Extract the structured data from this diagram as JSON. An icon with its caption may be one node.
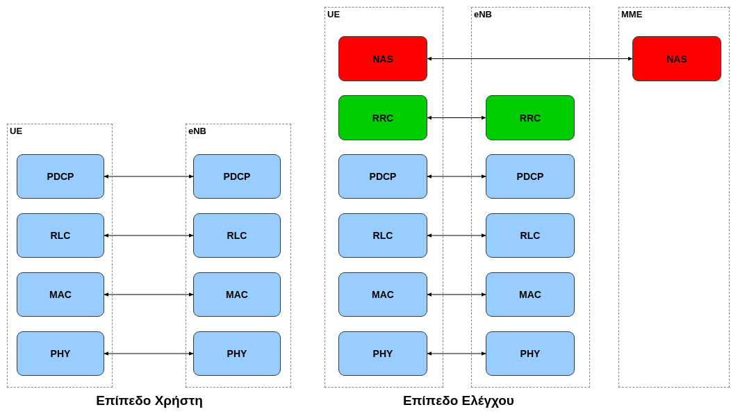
{
  "diagram": {
    "nodes": [
      {
        "text": [
          "UE"
        ]
      },
      {
        "text": [
          "PDCP"
        ],
        "in": 0
      },
      {
        "text": [
          "RLC"
        ],
        "in": 0
      },
      {
        "text": [
          "MAC"
        ],
        "in": 0
      },
      {
        "text": [
          "PHY"
        ],
        "in": 0
      },
      {
        "text": [
          "eNB"
        ]
      },
      {
        "text": [
          "PDCP"
        ],
        "in": 5
      },
      {
        "text": [
          "RLC"
        ],
        "in": 5
      },
      {
        "text": [
          "MAC"
        ],
        "in": 5
      },
      {
        "text": [
          "PHY"
        ],
        "in": 5
      },
      {
        "text": [
          "UE"
        ]
      },
      {
        "text": [
          "NAS"
        ],
        "in": 10
      },
      {
        "text": [
          "RRC"
        ],
        "in": 10
      },
      {
        "text": [
          "PDCP"
        ],
        "in": 10
      },
      {
        "text": [
          "RLC"
        ],
        "in": 10
      },
      {
        "text": [
          "MAC"
        ],
        "in": 10
      },
      {
        "text": [
          "PHY"
        ],
        "in": 10
      },
      {
        "text": [
          "eNB"
        ]
      },
      {
        "text": [
          "RRC"
        ],
        "in": 17
      },
      {
        "text": [
          "PDCP"
        ],
        "in": 17
      },
      {
        "text": [
          "RLC"
        ],
        "in": 17
      },
      {
        "text": [
          "MAC"
        ],
        "in": 17
      },
      {
        "text": [
          "PHY"
        ],
        "in": 17
      },
      {
        "text": [
          "MME"
        ]
      },
      {
        "text": [
          "NAS"
        ],
        "in": 23
      }
    ],
    "edges": [
      {
        "from": 1,
        "to": 6,
        "arrow": "both"
      },
      {
        "from": 2,
        "to": 7,
        "arrow": "both"
      },
      {
        "from": 3,
        "to": 8,
        "arrow": "both"
      },
      {
        "from": 4,
        "to": 9,
        "arrow": "both"
      },
      {
        "from": 11,
        "to": 24,
        "arrow": "both"
      },
      {
        "from": 12,
        "to": 18,
        "arrow": "both"
      },
      {
        "from": 13,
        "to": 19,
        "arrow": "both"
      },
      {
        "from": 14,
        "to": 20,
        "arrow": "both"
      },
      {
        "from": 15,
        "to": 21,
        "arrow": "both"
      },
      {
        "from": 16,
        "to": 22,
        "arrow": "both"
      }
    ],
    "labels": [
      "Επίπεδο Χρήστη",
      "Επίπεδο Ελέγχου"
    ]
  }
}
